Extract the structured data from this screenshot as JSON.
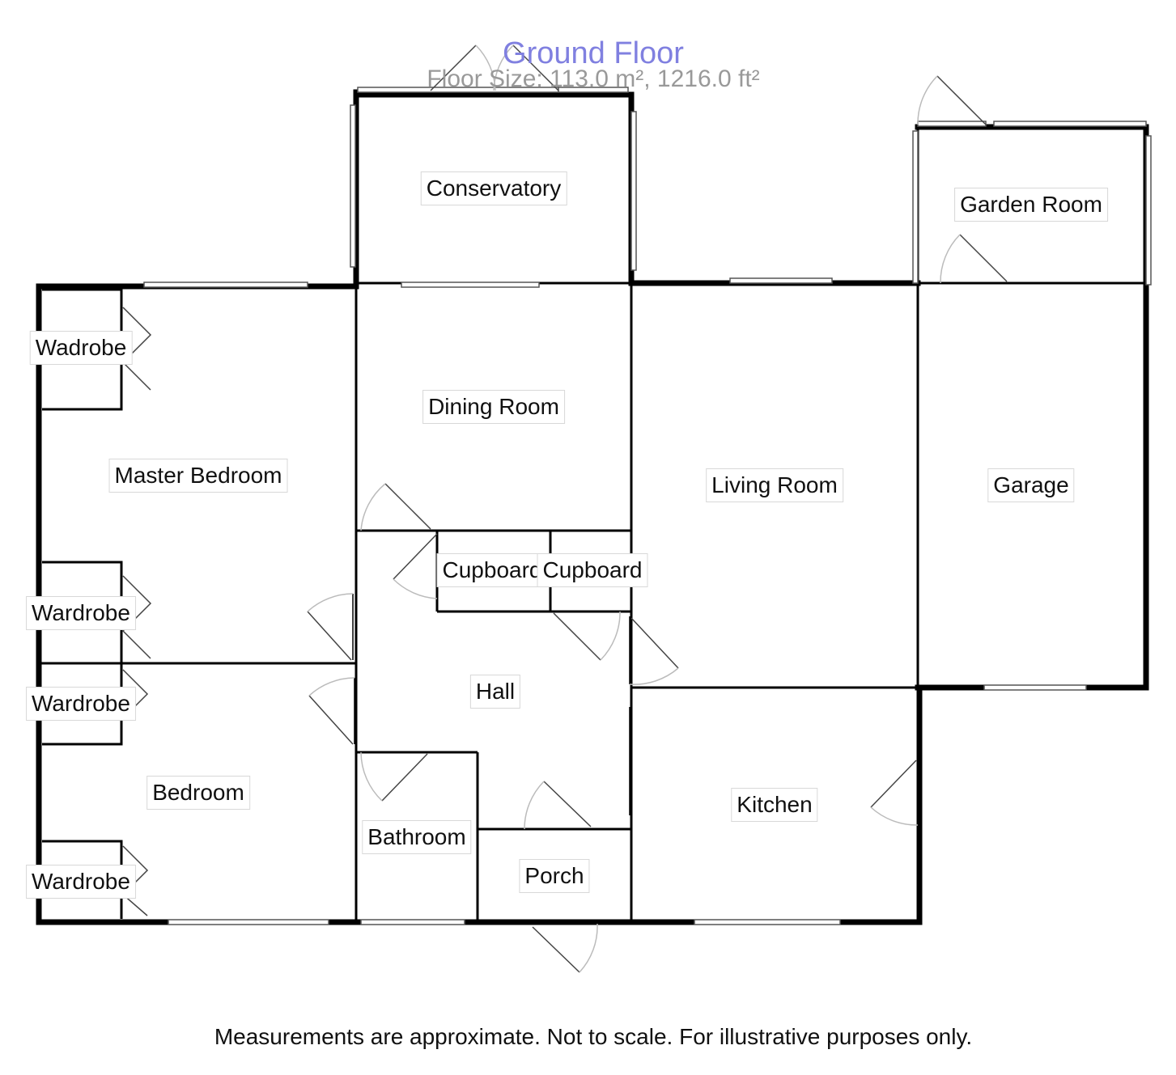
{
  "header": {
    "title": "Ground Floor",
    "floor_size": "Floor Size: 113.0 m², 1216.0 ft²"
  },
  "rooms": {
    "conservatory": "Conservatory",
    "garden_room": "Garden Room",
    "wadrobe_master": "Wadrobe",
    "dining_room": "Dining Room",
    "master_bedroom": "Master Bedroom",
    "living_room": "Living Room",
    "garage": "Garage",
    "cupboard_1": "Cupboard",
    "cupboard_2": "Cupboard",
    "wardrobe_master_lower": "Wardrobe",
    "wardrobe_bedroom_upper": "Wardrobe",
    "hall": "Hall",
    "bedroom": "Bedroom",
    "kitchen": "Kitchen",
    "bathroom": "Bathroom",
    "porch": "Porch",
    "wardrobe_bedroom_lower": "Wardrobe"
  },
  "footer": {
    "disclaimer": "Measurements are approximate. Not to scale. For illustrative purposes only."
  },
  "colors": {
    "wall": "#000000",
    "title": "#8080e0",
    "subtitle": "#999999"
  }
}
